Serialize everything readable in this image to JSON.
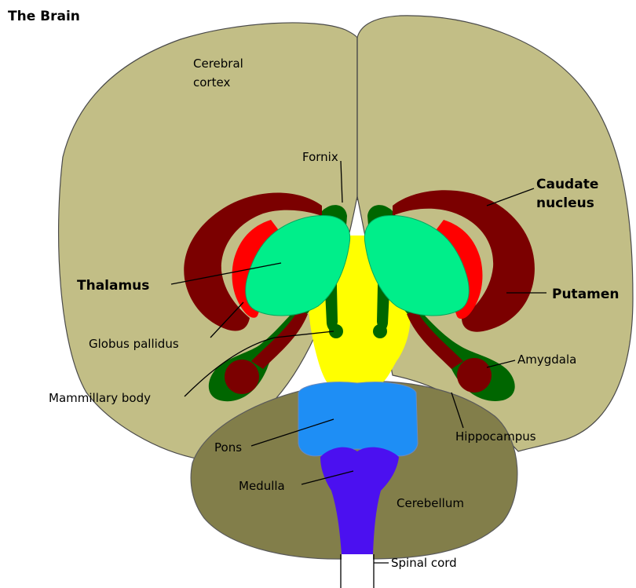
{
  "title": "The Brain",
  "labels": {
    "cerebral_cortex_1": "Cerebral",
    "cerebral_cortex_2": "cortex",
    "fornix": "Fornix",
    "caudate_1": "Caudate",
    "caudate_2": "nucleus",
    "thalamus": "Thalamus",
    "putamen": "Putamen",
    "globus_pallidus": "Globus pallidus",
    "amygdala": "Amygdala",
    "mammillary_body": "Mammillary body",
    "hippocampus": "Hippocampus",
    "pons": "Pons",
    "medulla": "Medulla",
    "cerebellum": "Cerebellum",
    "spinal_cord": "Spinal cord"
  },
  "colors": {
    "cortex": "#c2be86",
    "cerebellum": "#827e4a",
    "caudate": "#7b0000",
    "putamen_inner": "#ff0000",
    "thalamus": "#00ee8a",
    "green_tract": "#006600",
    "midbrain": "#ffff00",
    "pons": "#1e8ef5",
    "medulla": "#4b10f0"
  }
}
